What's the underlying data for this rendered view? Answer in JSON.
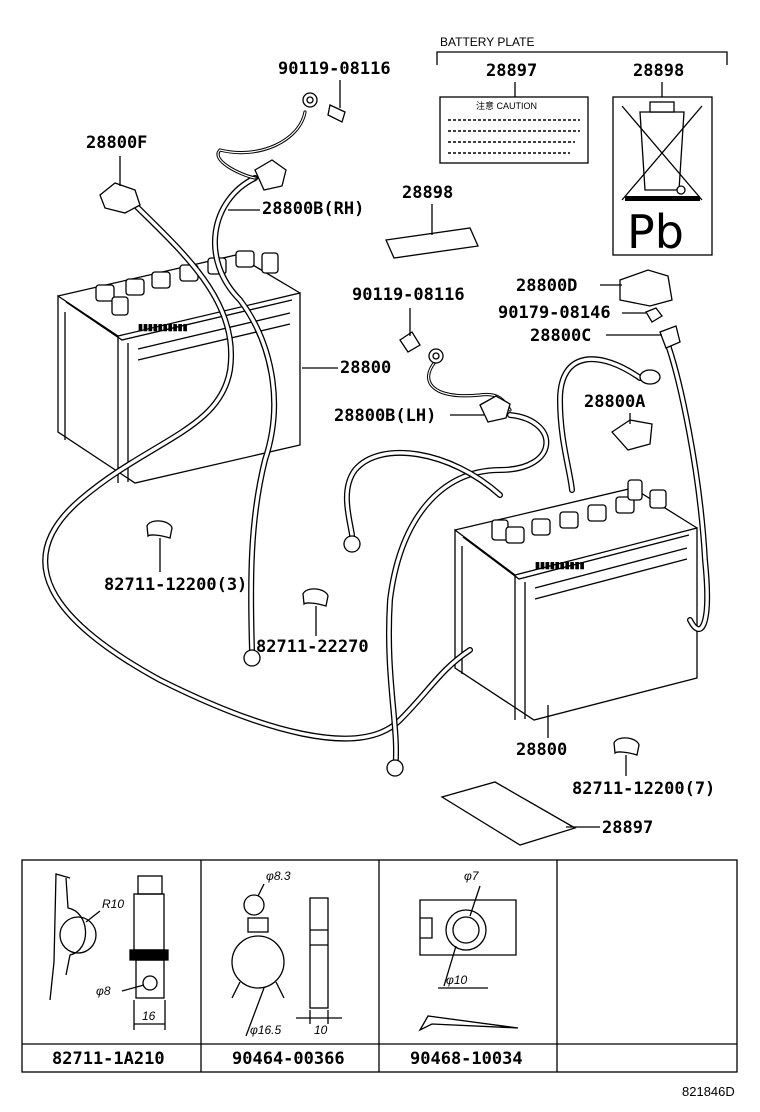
{
  "labels": {
    "battery_plate_title": "BATTERY PLATE",
    "p28897_top": "28897",
    "p28898_top": "28898",
    "caution_text": "注意 CAUTION",
    "pb": "Pb",
    "p90119_top": "90119-08116",
    "p28800F": "28800F",
    "p28800B_RH": "28800B(RH)",
    "p28898_mid": "28898",
    "p28800D": "28800D",
    "p90119_mid": "90119-08116",
    "p90179": "90179-08146",
    "p28800C": "28800C",
    "p28800_left": "28800",
    "p28800B_LH": "28800B(LH)",
    "p28800A": "28800A",
    "p82711_12200_3": "82711-12200(3)",
    "p82711_22270": "82711-22270",
    "p28800_right": "28800",
    "p82711_12200_7": "82711-12200(7)",
    "p28897_bottom": "28897"
  },
  "detail_table": {
    "cells": [
      {
        "part_number": "82711-1A210",
        "dims": [
          "R10",
          "φ8",
          "16"
        ]
      },
      {
        "part_number": "90464-00366",
        "dims": [
          "φ8.3",
          "φ16.5",
          "10"
        ]
      },
      {
        "part_number": "90468-10034",
        "dims": [
          "φ7",
          "φ10"
        ]
      },
      {
        "part_number": "",
        "dims": []
      }
    ]
  },
  "figure_id": "821846D"
}
